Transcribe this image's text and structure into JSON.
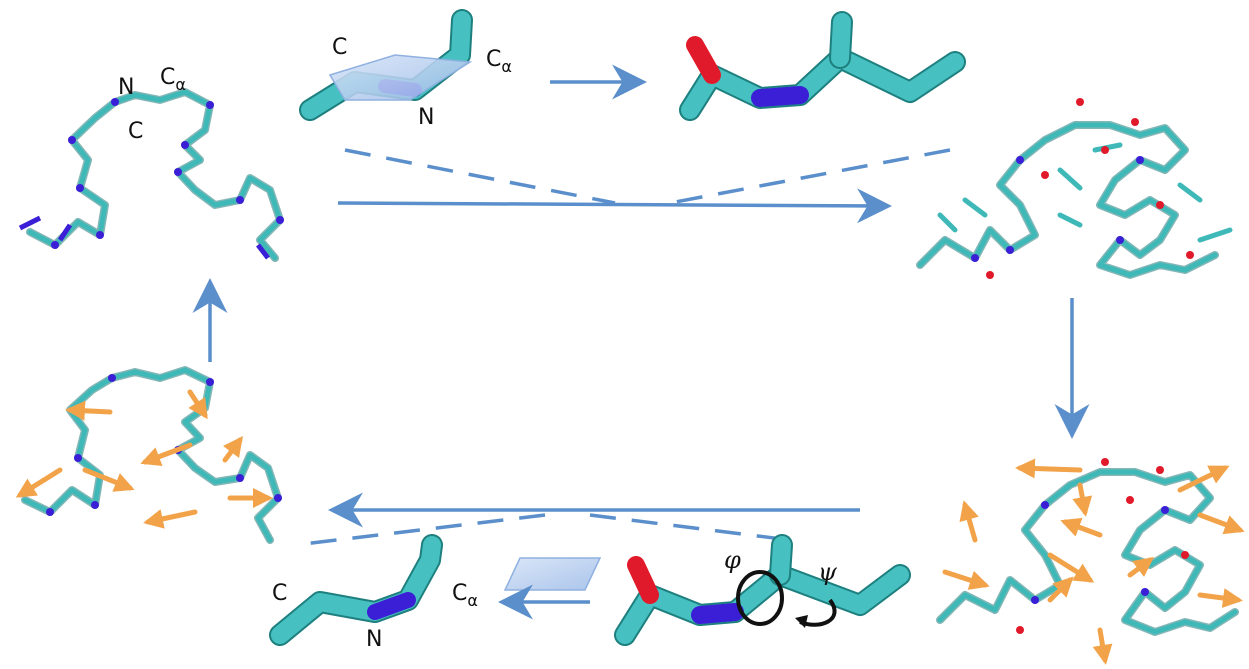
{
  "labels": {
    "top_c": "C",
    "top_calpha_c": "C",
    "top_calpha_sub": "α",
    "top_n": "N",
    "chain_n": "N",
    "chain_calpha_c": "C",
    "chain_calpha_sub": "α",
    "chain_c": "C",
    "bottom_c": "C",
    "bottom_calpha_c": "C",
    "bottom_calpha_sub": "α",
    "bottom_n": "N",
    "phi": "φ",
    "psi": "ψ"
  },
  "colors": {
    "backbone": "#3fb8b8",
    "nitrogen": "#3a1fd6",
    "oxygen": "#e01a2a",
    "arrow": "#5b8fcb",
    "force": "#f2a34a",
    "plane": "#a9c6ee"
  }
}
